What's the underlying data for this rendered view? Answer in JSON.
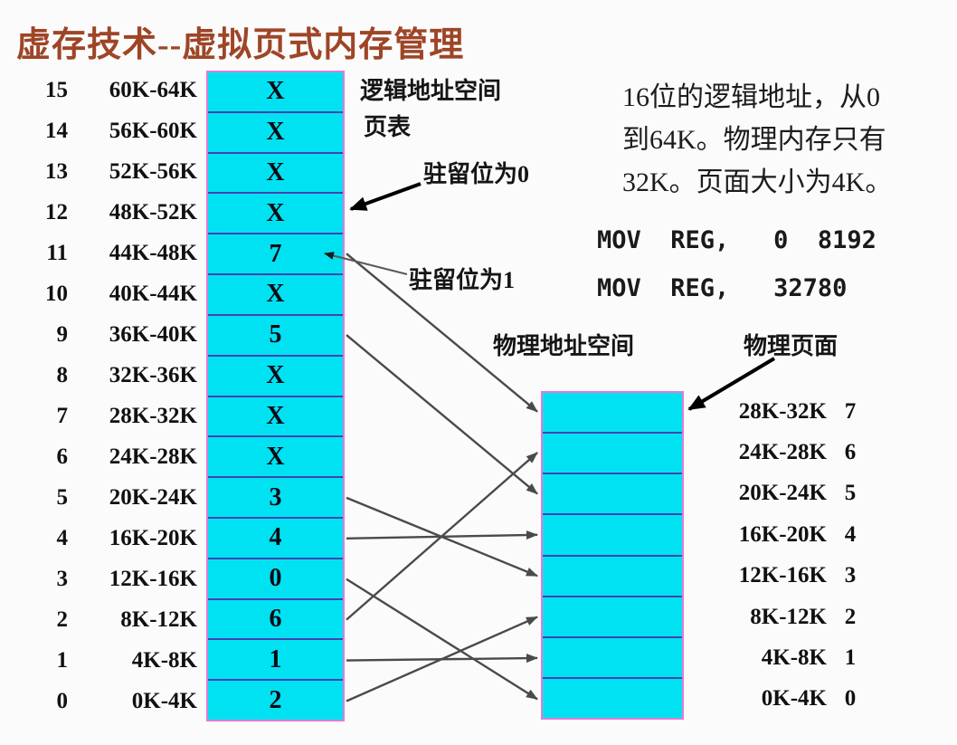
{
  "title": "虚存技术--虚拟页式内存管理",
  "colors": {
    "cell_fill": "#00e2f2",
    "cell_border_outer": "#e27ad8",
    "cell_border_inner": "#4343b2",
    "title_text": "#9e4527",
    "mapping_arrow": "#4a4a4a",
    "annotation_arrow": "#000000"
  },
  "page_table": {
    "space_label": "逻辑地址空间",
    "table_label": "页表",
    "rows": [
      {
        "page": "15",
        "range": "60K-64K",
        "value": "X"
      },
      {
        "page": "14",
        "range": "56K-60K",
        "value": "X"
      },
      {
        "page": "13",
        "range": "52K-56K",
        "value": "X"
      },
      {
        "page": "12",
        "range": "48K-52K",
        "value": "X"
      },
      {
        "page": "11",
        "range": "44K-48K",
        "value": "7"
      },
      {
        "page": "10",
        "range": "40K-44K",
        "value": "X"
      },
      {
        "page": "9",
        "range": "36K-40K",
        "value": "5"
      },
      {
        "page": "8",
        "range": "32K-36K",
        "value": "X"
      },
      {
        "page": "7",
        "range": "28K-32K",
        "value": "X"
      },
      {
        "page": "6",
        "range": "24K-28K",
        "value": "X"
      },
      {
        "page": "5",
        "range": "20K-24K",
        "value": "3"
      },
      {
        "page": "4",
        "range": "16K-20K",
        "value": "4"
      },
      {
        "page": "3",
        "range": "12K-16K",
        "value": "0"
      },
      {
        "page": "2",
        "range": "8K-12K",
        "value": "6"
      },
      {
        "page": "1",
        "range": "4K-8K",
        "value": "1"
      },
      {
        "page": "0",
        "range": "0K-4K",
        "value": "2"
      }
    ]
  },
  "physical_memory": {
    "space_label": "物理地址空间",
    "page_label": "物理页面",
    "rows": [
      {
        "frame": "7",
        "range": "28K-32K"
      },
      {
        "frame": "6",
        "range": "24K-28K"
      },
      {
        "frame": "5",
        "range": "20K-24K"
      },
      {
        "frame": "4",
        "range": "16K-20K"
      },
      {
        "frame": "3",
        "range": "12K-16K"
      },
      {
        "frame": "2",
        "range": "8K-12K"
      },
      {
        "frame": "1",
        "range": "4K-8K"
      },
      {
        "frame": "0",
        "range": "0K-4K"
      }
    ]
  },
  "annotations": {
    "resident_bit_0": "驻留位为0",
    "resident_bit_1": "驻留位为1"
  },
  "description": {
    "lines": [
      "16位的逻辑地址，从0",
      "到64K。物理内存只有",
      "32K。页面大小为4K。"
    ]
  },
  "instructions": [
    "MOV  REG,   0  8192",
    "MOV  REG,   32780"
  ],
  "mappings": [
    {
      "page": 11,
      "frame": 7
    },
    {
      "page": 9,
      "frame": 5
    },
    {
      "page": 5,
      "frame": 3
    },
    {
      "page": 4,
      "frame": 4
    },
    {
      "page": 3,
      "frame": 0
    },
    {
      "page": 2,
      "frame": 6
    },
    {
      "page": 1,
      "frame": 1
    },
    {
      "page": 0,
      "frame": 2
    }
  ]
}
